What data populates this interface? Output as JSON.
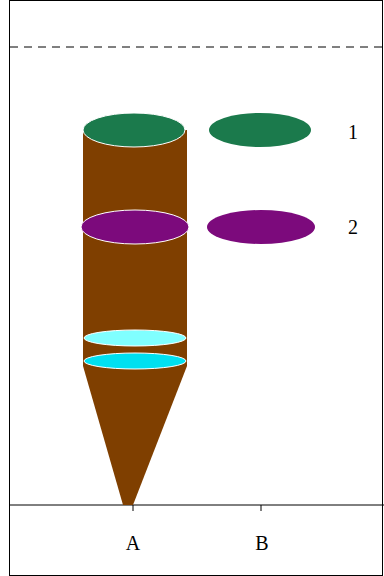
{
  "diagram": {
    "labels": [
      "1",
      "2",
      "A",
      "B"
    ]
  }
}
